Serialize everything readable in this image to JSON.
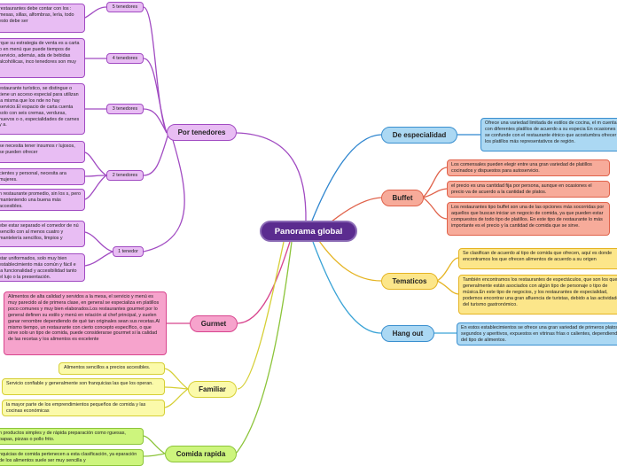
{
  "center": "Panorama global",
  "nodes": {
    "por_tenedores": "Por tenedores",
    "de_especialidad": "De especialidad",
    "buffet": "Buffet",
    "tematicos": "Tematicos",
    "hang_out": "Hang out",
    "gurmet": "Gurmet",
    "familiar": "Familiar",
    "comida_rapida": "Comida rapida"
  },
  "tenedores": {
    "t5": "5 tenedores",
    "t4": "4 tenedores",
    "t3": "3 tenedores",
    "t2": "2 tenedores",
    "t1": "1 tenedor"
  },
  "por_tenedores_texts": [
    "restaurantes debe contar con los : mesas, sillas, alfombras, lería, todo esto debe ser",
    "rque su estrategia de venta es a carta o en menú que puede tiempos de servicio, además, ada de bebidas alcohólicas, inco tenedores son muy",
    "estaurante turístico, se distingue o tiene un acceso especial para utilizan la misma que los nde no hay servicio.El espacio de carta cuenta solo con seis cremas, verduras, huevos o o, especialidades de carnes y a.",
    "se necesita tener insumos r lujosos, se pueden ofrecer",
    "cientes y personal, necesita ara mujeres.",
    "n restaurante promedio, sin los s, pero manteniendo una buena más accesibles.",
    "ebe estar separado el comedor de nú sencillo con al menos cuatro y mantelería sencillos, limpios y",
    "star uniformados, solo muy bien establecimiento más común y fácil e la funcionalidad y accesibilidad tanto el lujo o la presentación."
  ],
  "especialidad_text": "Ofrece una variedad limitada de estilos de cocina, el m cuenta con diferentes platillos de acuerdo a su especia En ocasiones se confunde con el restaurante étnico que acostumbra ofrecer los platillos más representativos de región.",
  "buffet_texts": [
    "Los comensales pueden elegir entre una gran variedad de platillos cocinados y dispuestos para autoservicio.",
    "el precio es una cantidad fija por persona, aunque en ocasiones el precio va de acuerdo a la cantidad de platos.",
    "Los restaurantes tipo buffet son una de las opciones más socorridas por aquellos que buscan iniciar un negocio de comida, ya que pueden estar compuestos de todo tipo de platillos. En este tipo de restaurante lo más importante es el precio y la cantidad de comida que se sirve."
  ],
  "tematicos_texts": [
    "Se clasifican de acuerdo al tipo de comida que ofrecen, aquí es donde encontramos los que ofrecen alimentos de acuerdo a su origen",
    "También encontramos los restaurantes de espectáculos, que son los que generalmente están asociados con algún tipo de personaje o tipo de música.En este tipo de negocios, y los restaurantes de especialidad, podemos encontrar una gran afluencia de turistas, debido a las actividades del turismo gastronómico."
  ],
  "hangout_text": "En estos establecimientos se ofrece una gran variedad de primeros platos, segundos y aperitivos, expuestos en vitrinas frías o calientes, dependiendo del tipo de alimentos.",
  "gurmet_text": "Alimentos de alta calidad y servidos a la mesa, el servicio y menú es muy parecido al de primera clase, en general se especializa en platillos poco comunes y muy bien elaborados.Los restaurantes gourmet por lo general definen su estilo y menú en relación al chef principal, y suelen ganar renombre dependiendo de qué tan originales sean sus recetas.Al mismo tiempo, un restaurante con cierto concepto específico, o que sirve solo un tipo de comida, puede considerarse gourmet si la calidad de las recetas y los alimentos es excelente",
  "familiar_texts": [
    "Alimentos sencillos a precios accesibles.",
    "Servicio confiable y generalmente son franquicias las que los operan.",
    "la mayor parte de los emprendimientos pequeños de comida y las cocinas económicas"
  ],
  "rapida_texts": [
    "n productos simples y de rápida preparación como rguesas, papas, pizzas o pollo frito.",
    "nquicias de comida pertenecen a esta clasificación, ya eparación de los alimentos suele ser muy sencilla y"
  ],
  "colors": {
    "center": "#5b2c8f",
    "violet": "#a14bc2",
    "blue": "#2f86cf",
    "salmon": "#e0634b",
    "yellow": "#e5b423",
    "pink": "#d8458e",
    "lemon": "#d6cf36",
    "green": "#8cc43a"
  }
}
